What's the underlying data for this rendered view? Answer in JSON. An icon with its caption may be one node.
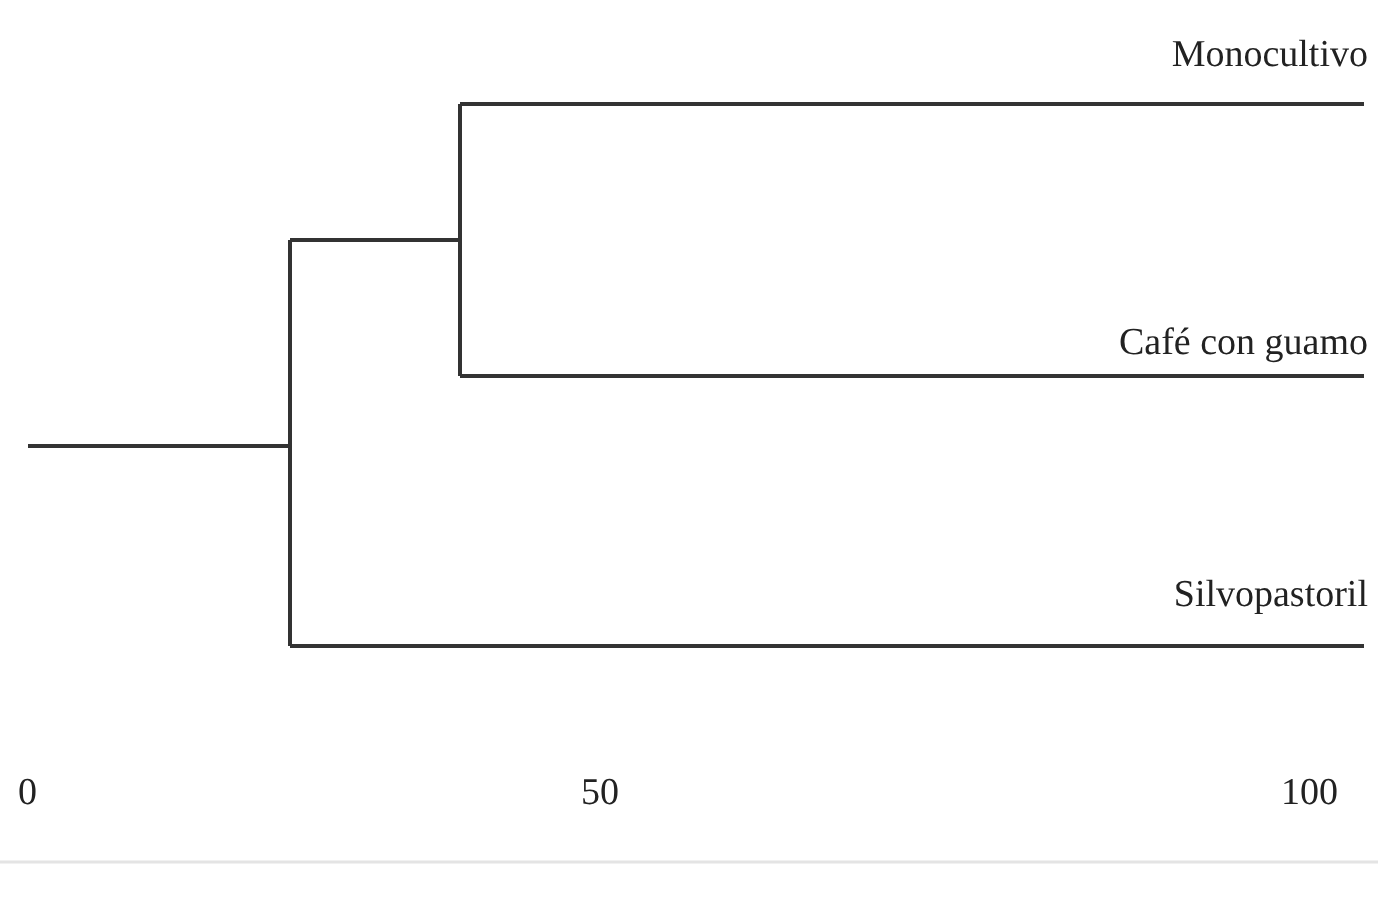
{
  "diagram": {
    "labels": [
      "Monocultivo",
      "Café con guamo",
      "Silvopastoril",
      "0",
      "50",
      "100"
    ]
  }
}
